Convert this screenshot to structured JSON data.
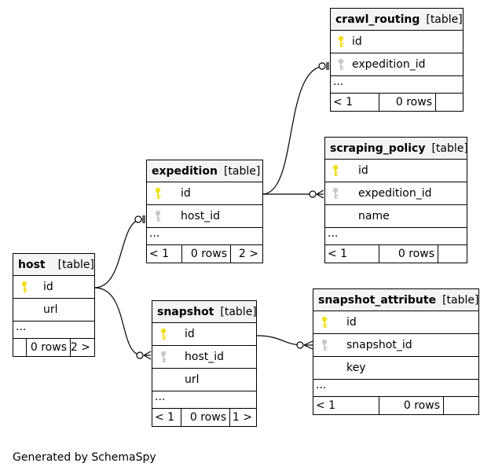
{
  "footer_text": "Generated by SchemaSpy",
  "colors": {
    "primary_key": "#f0e020",
    "foreign_key": "#c8c8c8",
    "header_bg": "#f4f4f4"
  },
  "icons": {
    "primary_key": "key-icon",
    "foreign_key": "key-icon"
  },
  "tables": {
    "crawl_routing": {
      "name": "crawl_routing",
      "type": "[table]",
      "columns": [
        {
          "name": "id",
          "key": "primary"
        },
        {
          "name": "expedition_id",
          "key": "foreign"
        }
      ],
      "ellipsis": "...",
      "footer": {
        "parents": "< 1",
        "rows": "0 rows",
        "children": ""
      }
    },
    "scraping_policy": {
      "name": "scraping_policy",
      "type": "[table]",
      "columns": [
        {
          "name": "id",
          "key": "primary"
        },
        {
          "name": "expedition_id",
          "key": "foreign"
        },
        {
          "name": "name",
          "key": "none"
        }
      ],
      "ellipsis": "...",
      "footer": {
        "parents": "< 1",
        "rows": "0 rows",
        "children": ""
      }
    },
    "expedition": {
      "name": "expedition",
      "type": "[table]",
      "columns": [
        {
          "name": "id",
          "key": "primary"
        },
        {
          "name": "host_id",
          "key": "foreign"
        }
      ],
      "ellipsis": "...",
      "footer": {
        "parents": "< 1",
        "rows": "0 rows",
        "children": "2 >"
      }
    },
    "host": {
      "name": "host",
      "type": "[table]",
      "columns": [
        {
          "name": "id",
          "key": "primary"
        },
        {
          "name": "url",
          "key": "none"
        }
      ],
      "ellipsis": "...",
      "footer": {
        "parents": "",
        "rows": "0 rows",
        "children": "2 >"
      }
    },
    "snapshot": {
      "name": "snapshot",
      "type": "[table]",
      "columns": [
        {
          "name": "id",
          "key": "primary"
        },
        {
          "name": "host_id",
          "key": "foreign"
        },
        {
          "name": "url",
          "key": "none"
        }
      ],
      "ellipsis": "...",
      "footer": {
        "parents": "< 1",
        "rows": "0 rows",
        "children": "1 >"
      }
    },
    "snapshot_attribute": {
      "name": "snapshot_attribute",
      "type": "[table]",
      "columns": [
        {
          "name": "id",
          "key": "primary"
        },
        {
          "name": "snapshot_id",
          "key": "foreign"
        },
        {
          "name": "key",
          "key": "none"
        }
      ],
      "ellipsis": "...",
      "footer": {
        "parents": "< 1",
        "rows": "0 rows",
        "children": ""
      }
    }
  }
}
